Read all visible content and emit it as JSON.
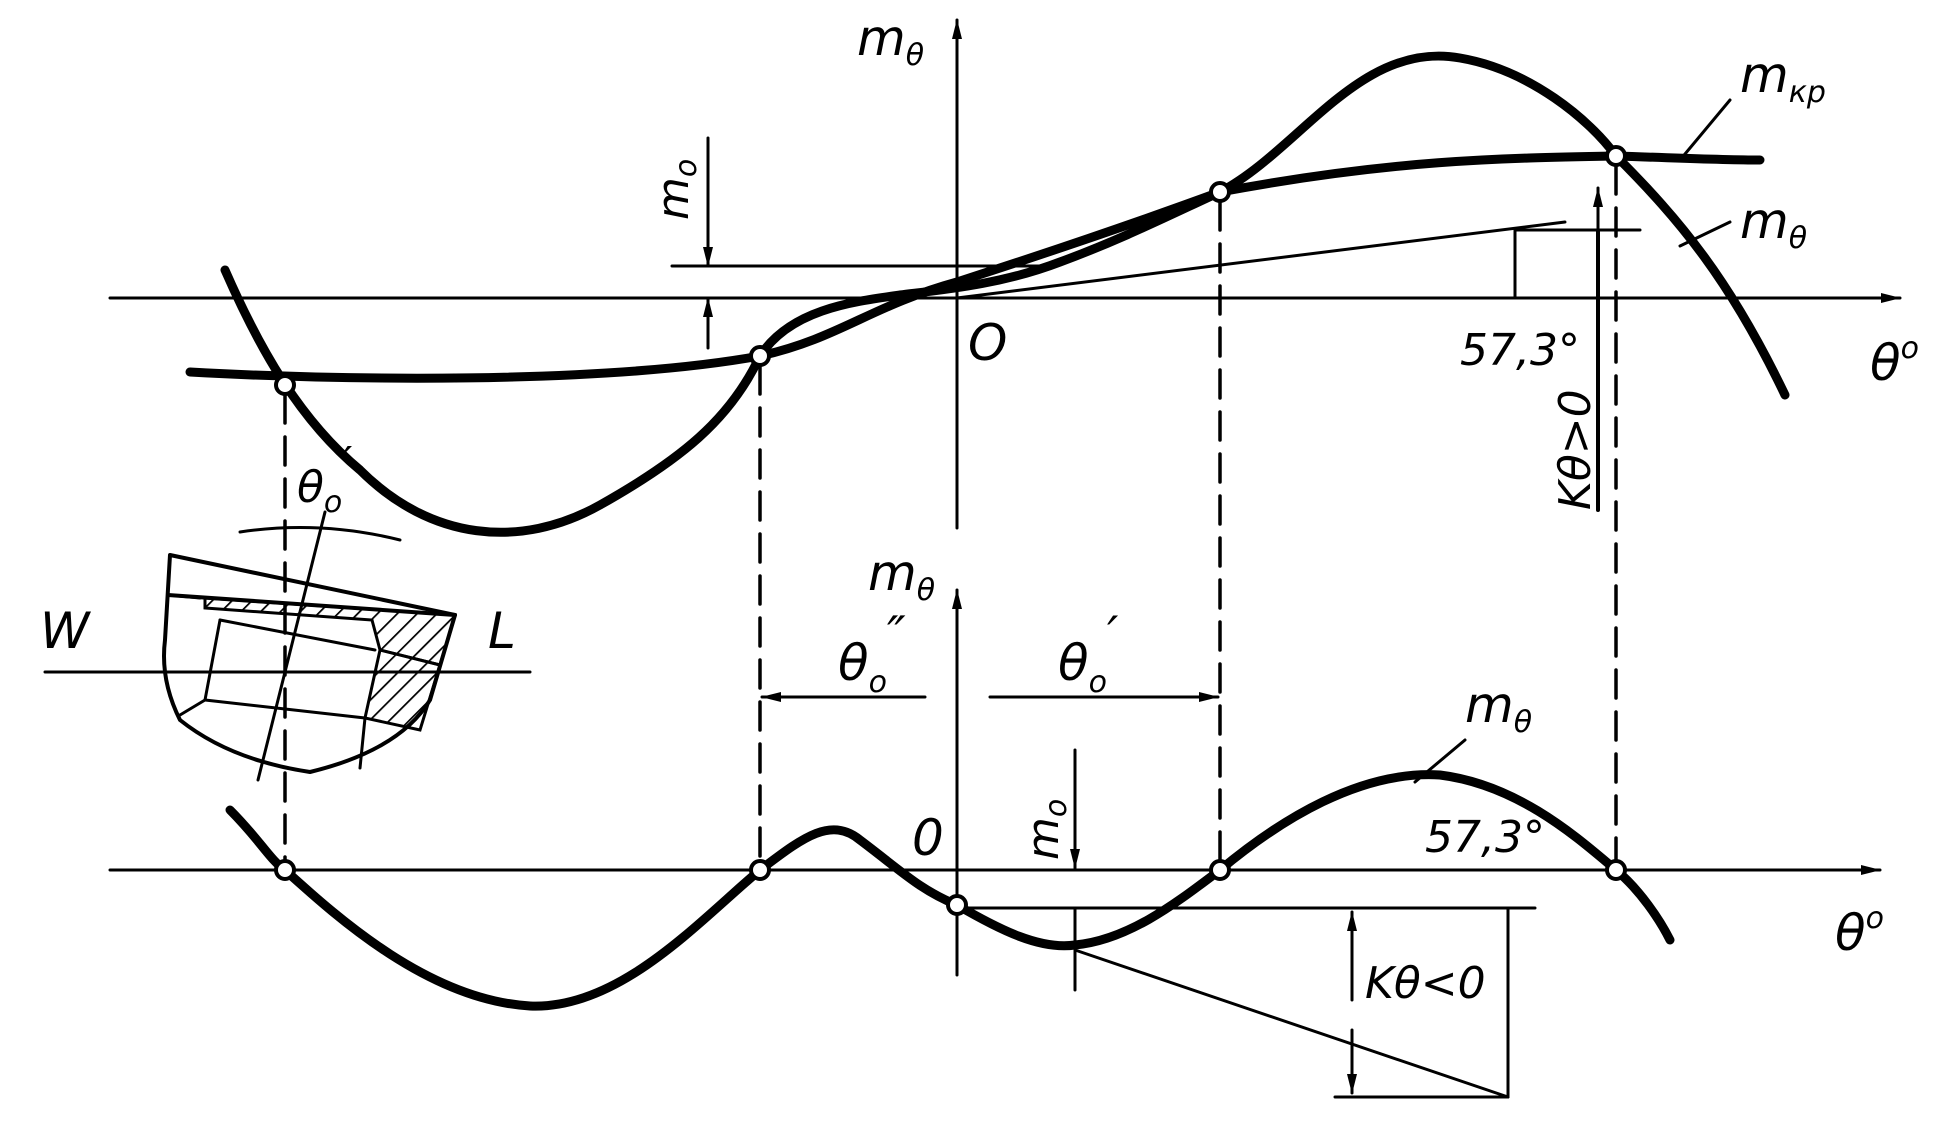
{
  "upper_plot": {
    "y_axis_label": "m",
    "y_axis_sub": "θ",
    "x_axis_label": "θ",
    "x_axis_sup": "o",
    "origin_label": "O",
    "m0_label": "m",
    "m0_sub": "o",
    "curve_mkr_label": "m",
    "curve_mkr_sub": "кр",
    "curve_mtheta_label": "m",
    "curve_mtheta_sub": "θ",
    "angle_label": "57,3°",
    "slope_label": "Kθ>0"
  },
  "lower_plot": {
    "y_axis_label": "m",
    "y_axis_sub": "θ",
    "x_axis_label": "θ",
    "x_axis_sup": "o",
    "origin_label": "0",
    "m0_label": "m",
    "m0_sub": "o",
    "curve_label": "m",
    "curve_sub": "θ",
    "angle_label": "57,3°",
    "slope_label": "Kθ<0",
    "theta_double_prime": "θ",
    "theta_double_prime_sub": "o",
    "theta_double_prime_mark": "″",
    "theta_prime": "θ",
    "theta_prime_sub": "o",
    "theta_prime_mark": "′"
  },
  "vessel": {
    "left_label": "W",
    "right_label": "L",
    "angle_label": "θ",
    "angle_sub": "o",
    "angle_mark": "′"
  }
}
